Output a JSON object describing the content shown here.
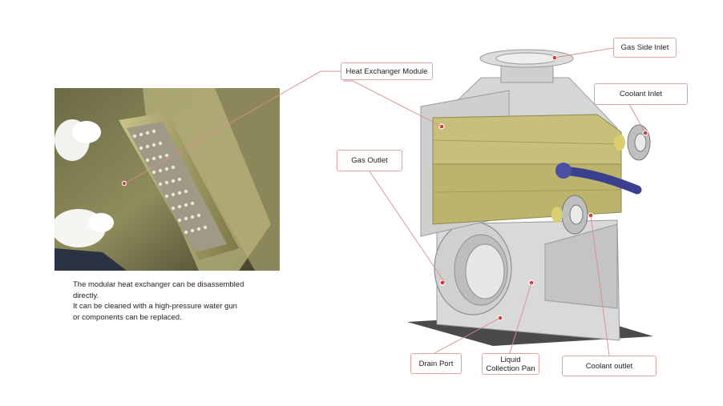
{
  "caption": {
    "lines": [
      "The modular heat exchanger can be disassembled",
      "directly.",
      "It can be cleaned with a high-pressure water gun",
      "or components can be replaced."
    ]
  },
  "callouts": {
    "heat_exchanger_module": "Heat Exchanger Module",
    "gas_side_inlet": "Gas Side Inlet",
    "coolant_inlet": "Coolant Inlet",
    "gas_outlet": "Gas Outlet",
    "drain_port": "Drain Port",
    "liquid_collection_pan": "Liquid\nCollection Pan",
    "coolant_outlet": "Coolant outlet"
  },
  "colors": {
    "leader_line": "#d98c8c",
    "marker": "#d32f2f",
    "module_fill": "#c9c27a",
    "pipe": "#3a3f8f"
  }
}
